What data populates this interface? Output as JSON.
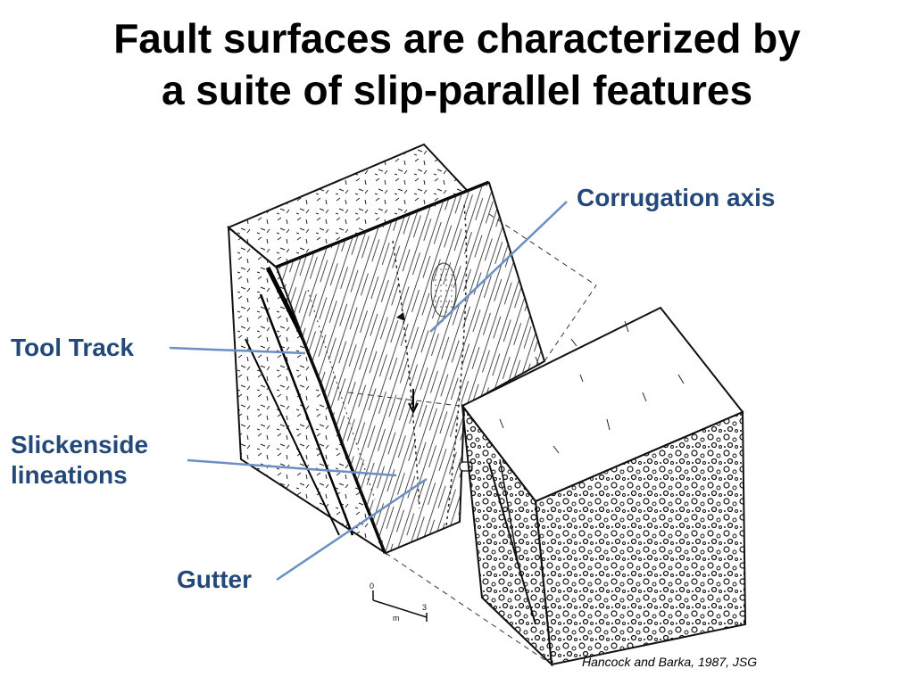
{
  "title": {
    "line1": "Fault surfaces are characterized by",
    "line2": "a suite of slip-parallel features"
  },
  "labels": {
    "corrugation_axis": "Corrugation axis",
    "tool_track": "Tool Track",
    "slickenside_line1": "Slickenside",
    "slickenside_line2": "lineations",
    "gutter": "Gutter"
  },
  "scale_bar": {
    "zero": "0",
    "unit": "m",
    "max": "3"
  },
  "credit": "Hancock and Barka, 1987, JSG",
  "colors": {
    "label_text": "#23497a",
    "leader_line": "#6b8fc4",
    "ink": "#111111"
  }
}
